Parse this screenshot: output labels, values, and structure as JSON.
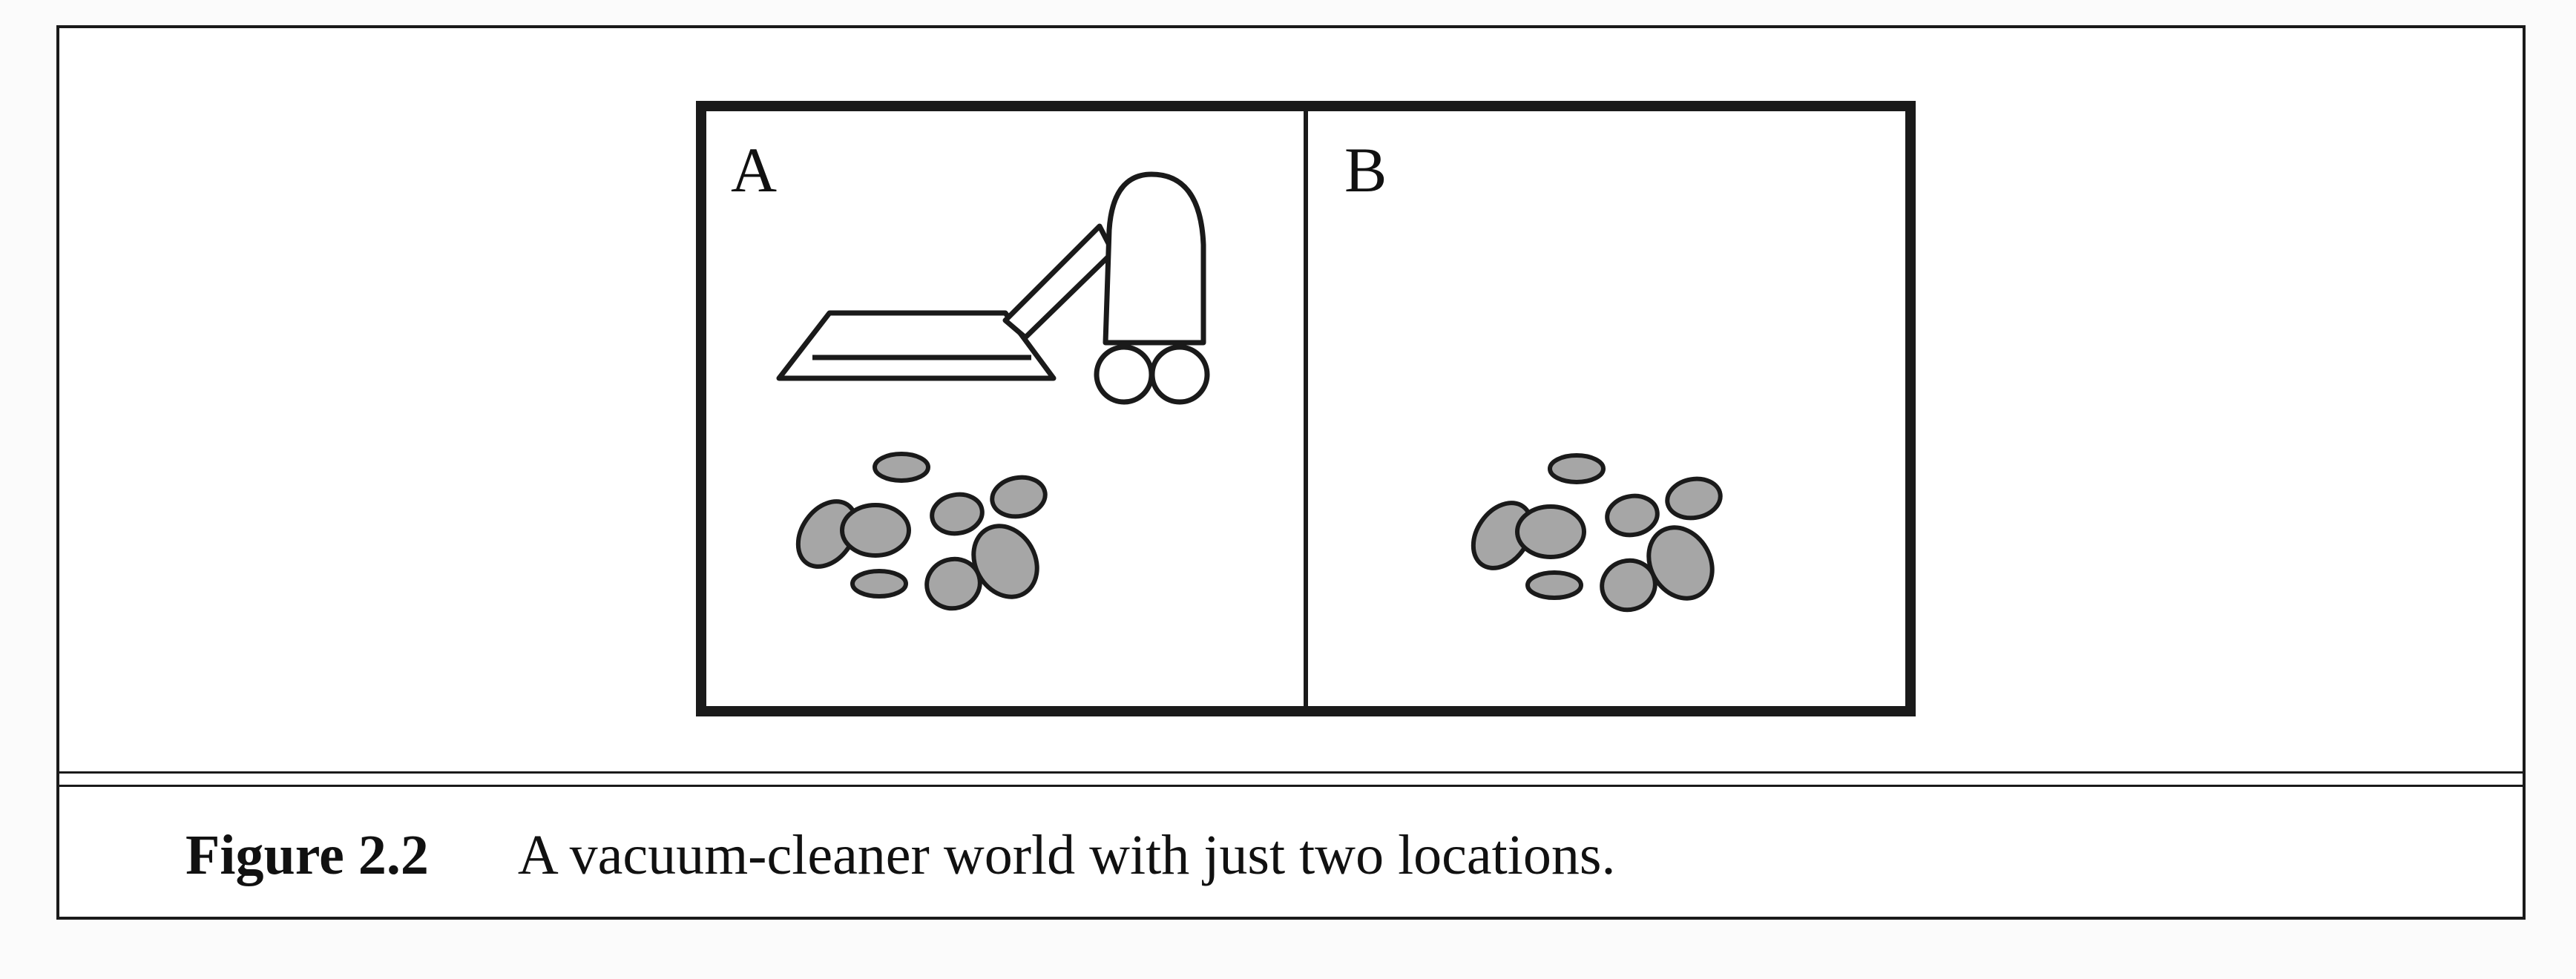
{
  "figure": {
    "rooms": [
      {
        "letter": "A",
        "has_vacuum": true,
        "has_dirt": true
      },
      {
        "letter": "B",
        "has_vacuum": false,
        "has_dirt": true
      }
    ],
    "icons": {
      "vacuum": "vacuum-cleaner-icon",
      "dirt": "dirt-pile-icon"
    },
    "colors": {
      "line": "#1a1a1a",
      "dirt_fill": "#a6a6a6",
      "background": "#ffffff"
    }
  },
  "caption": {
    "label": "Figure 2.2",
    "text": "A vacuum-cleaner world with just two locations."
  }
}
